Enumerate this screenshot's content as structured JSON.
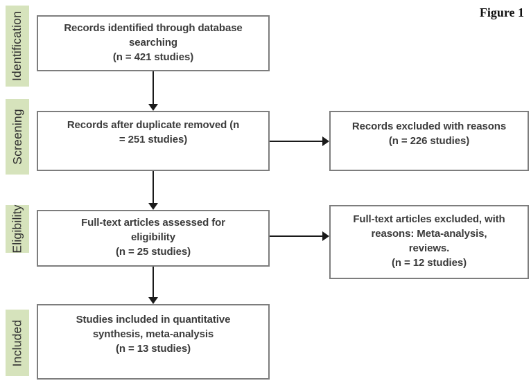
{
  "figure_label": "Figure 1",
  "colors": {
    "stage_background": "#d6e3bc",
    "box_border": "#7d7d7d",
    "box_text": "#3b3b3b",
    "arrow": "#1a1a1a"
  },
  "stages": [
    {
      "label": "Identification"
    },
    {
      "label": "Screening"
    },
    {
      "label": "Eligibility"
    },
    {
      "label": "Included"
    }
  ],
  "boxes": {
    "identified": "Records identified through database\nsearching\n(n = 421 studies)",
    "after_duplicates": "Records after duplicate removed (n\n= 251 studies)",
    "records_excluded": "Records excluded with reasons\n(n = 226 studies)",
    "fulltext_assessed": "Full-text articles assessed for\neligibility\n(n = 25 studies)",
    "fulltext_excluded": "Full-text articles excluded, with\nreasons: Meta-analysis,\nreviews.\n(n = 12 studies)",
    "included_synthesis": "Studies included in quantitative\nsynthesis, meta-analysis\n(n = 13 studies)"
  }
}
